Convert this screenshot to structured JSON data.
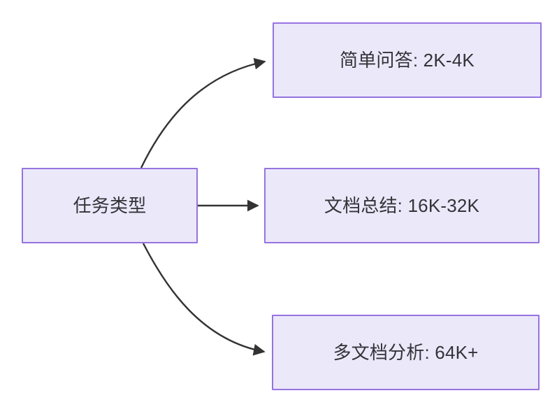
{
  "diagram": {
    "type": "flowchart",
    "direction": "left-to-right",
    "background_color": "#ffffff",
    "node_fill_color": "#ebe8fa",
    "node_border_color": "#9673e0",
    "node_text_color": "#333338",
    "edge_color": "#333333",
    "nodes": [
      {
        "id": "source",
        "label": "任务类型"
      },
      {
        "id": "simple",
        "label": "简单问答: 2K-4K"
      },
      {
        "id": "summary",
        "label": "文档总结: 16K-32K"
      },
      {
        "id": "multidoc",
        "label": "多文档分析: 64K+"
      }
    ],
    "edges": [
      {
        "from": "source",
        "to": "simple",
        "label": "",
        "style": "curved-arrow"
      },
      {
        "from": "source",
        "to": "summary",
        "label": "",
        "style": "straight-arrow"
      },
      {
        "from": "source",
        "to": "multidoc",
        "label": "",
        "style": "curved-arrow"
      }
    ]
  }
}
